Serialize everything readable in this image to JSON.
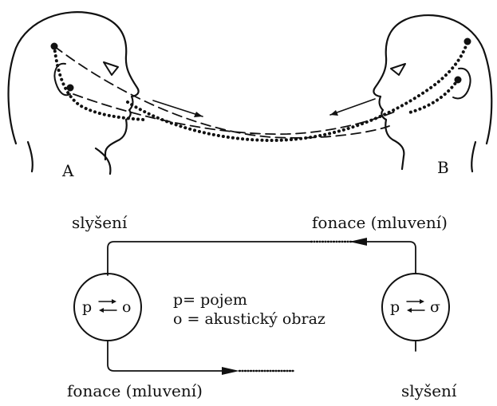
{
  "figure": {
    "person_a": "A",
    "person_b": "B"
  },
  "scheme": {
    "top_left_label": "slyšení",
    "top_right_label": "fonace (mluvení)",
    "bottom_left_label": "fonace (mluvení)",
    "bottom_right_label": "slyšení",
    "left_circle": {
      "p": "p",
      "o": "o"
    },
    "right_circle": {
      "p": "p",
      "o": "σ"
    },
    "legend": {
      "line1": "p= pojem",
      "line2": "o = akustický obraz"
    }
  }
}
